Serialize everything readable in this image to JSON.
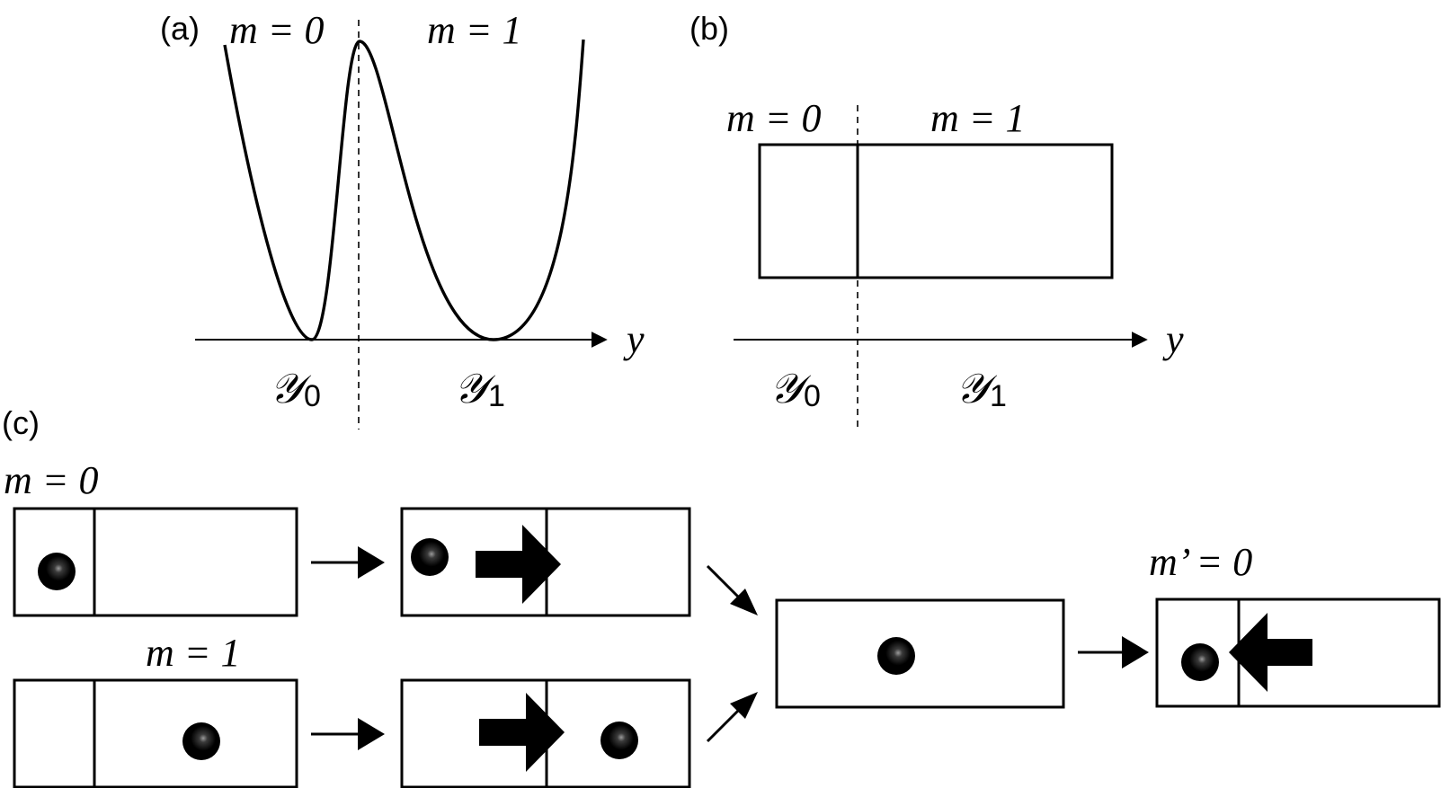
{
  "panels": {
    "a": {
      "label": "(a)",
      "m0": "m = 0",
      "m1": "m = 1",
      "axis": "y",
      "region0": "𝒴",
      "region0_sub": "0",
      "region1": "𝒴",
      "region1_sub": "1"
    },
    "b": {
      "label": "(b)",
      "m0": "m = 0",
      "m1": "m = 1",
      "axis": "y",
      "region0": "𝒴",
      "region0_sub": "0",
      "region1": "𝒴",
      "region1_sub": "1"
    },
    "c": {
      "label": "(c)",
      "m0": "m = 0",
      "m1": "m = 1",
      "m_prime": "m’ = 0"
    }
  }
}
